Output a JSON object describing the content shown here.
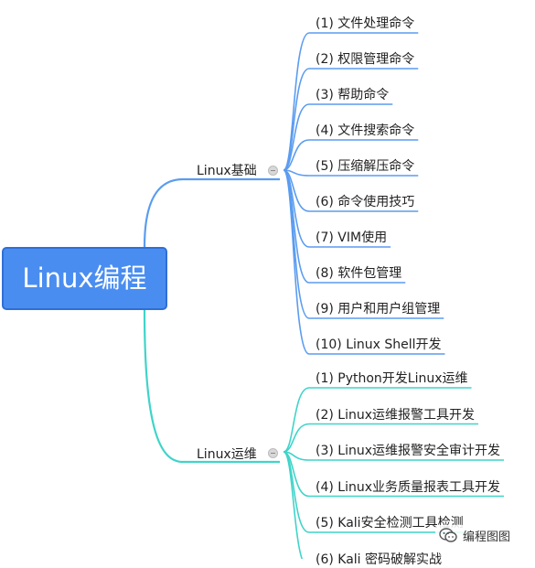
{
  "root": {
    "label": "Linux编程"
  },
  "branches": [
    {
      "label": "Linux基础",
      "color": "#5b9cf0",
      "items": [
        "(1) 文件处理命令",
        "(2) 权限管理命令",
        "(3) 帮助命令",
        "(4) 文件搜索命令",
        "(5) 压缩解压命令",
        "(6) 命令使用技巧",
        "(7) VIM使用",
        "(8) 软件包管理",
        "(9) 用户和用户组管理",
        "(10) Linux Shell开发"
      ]
    },
    {
      "label": "Linux运维",
      "color": "#3fd4c9",
      "items": [
        "(1) Python开发Linux运维",
        "(2) Linux运维报警工具开发",
        "(3) Linux运维报警安全审计开发",
        "(4) Linux业务质量报表工具开发",
        "(5) Kali安全检测工具检测",
        "(6) Kali 密码破解实战"
      ]
    }
  ],
  "watermark": {
    "icon": "wechat-icon",
    "text": "编程图图"
  }
}
